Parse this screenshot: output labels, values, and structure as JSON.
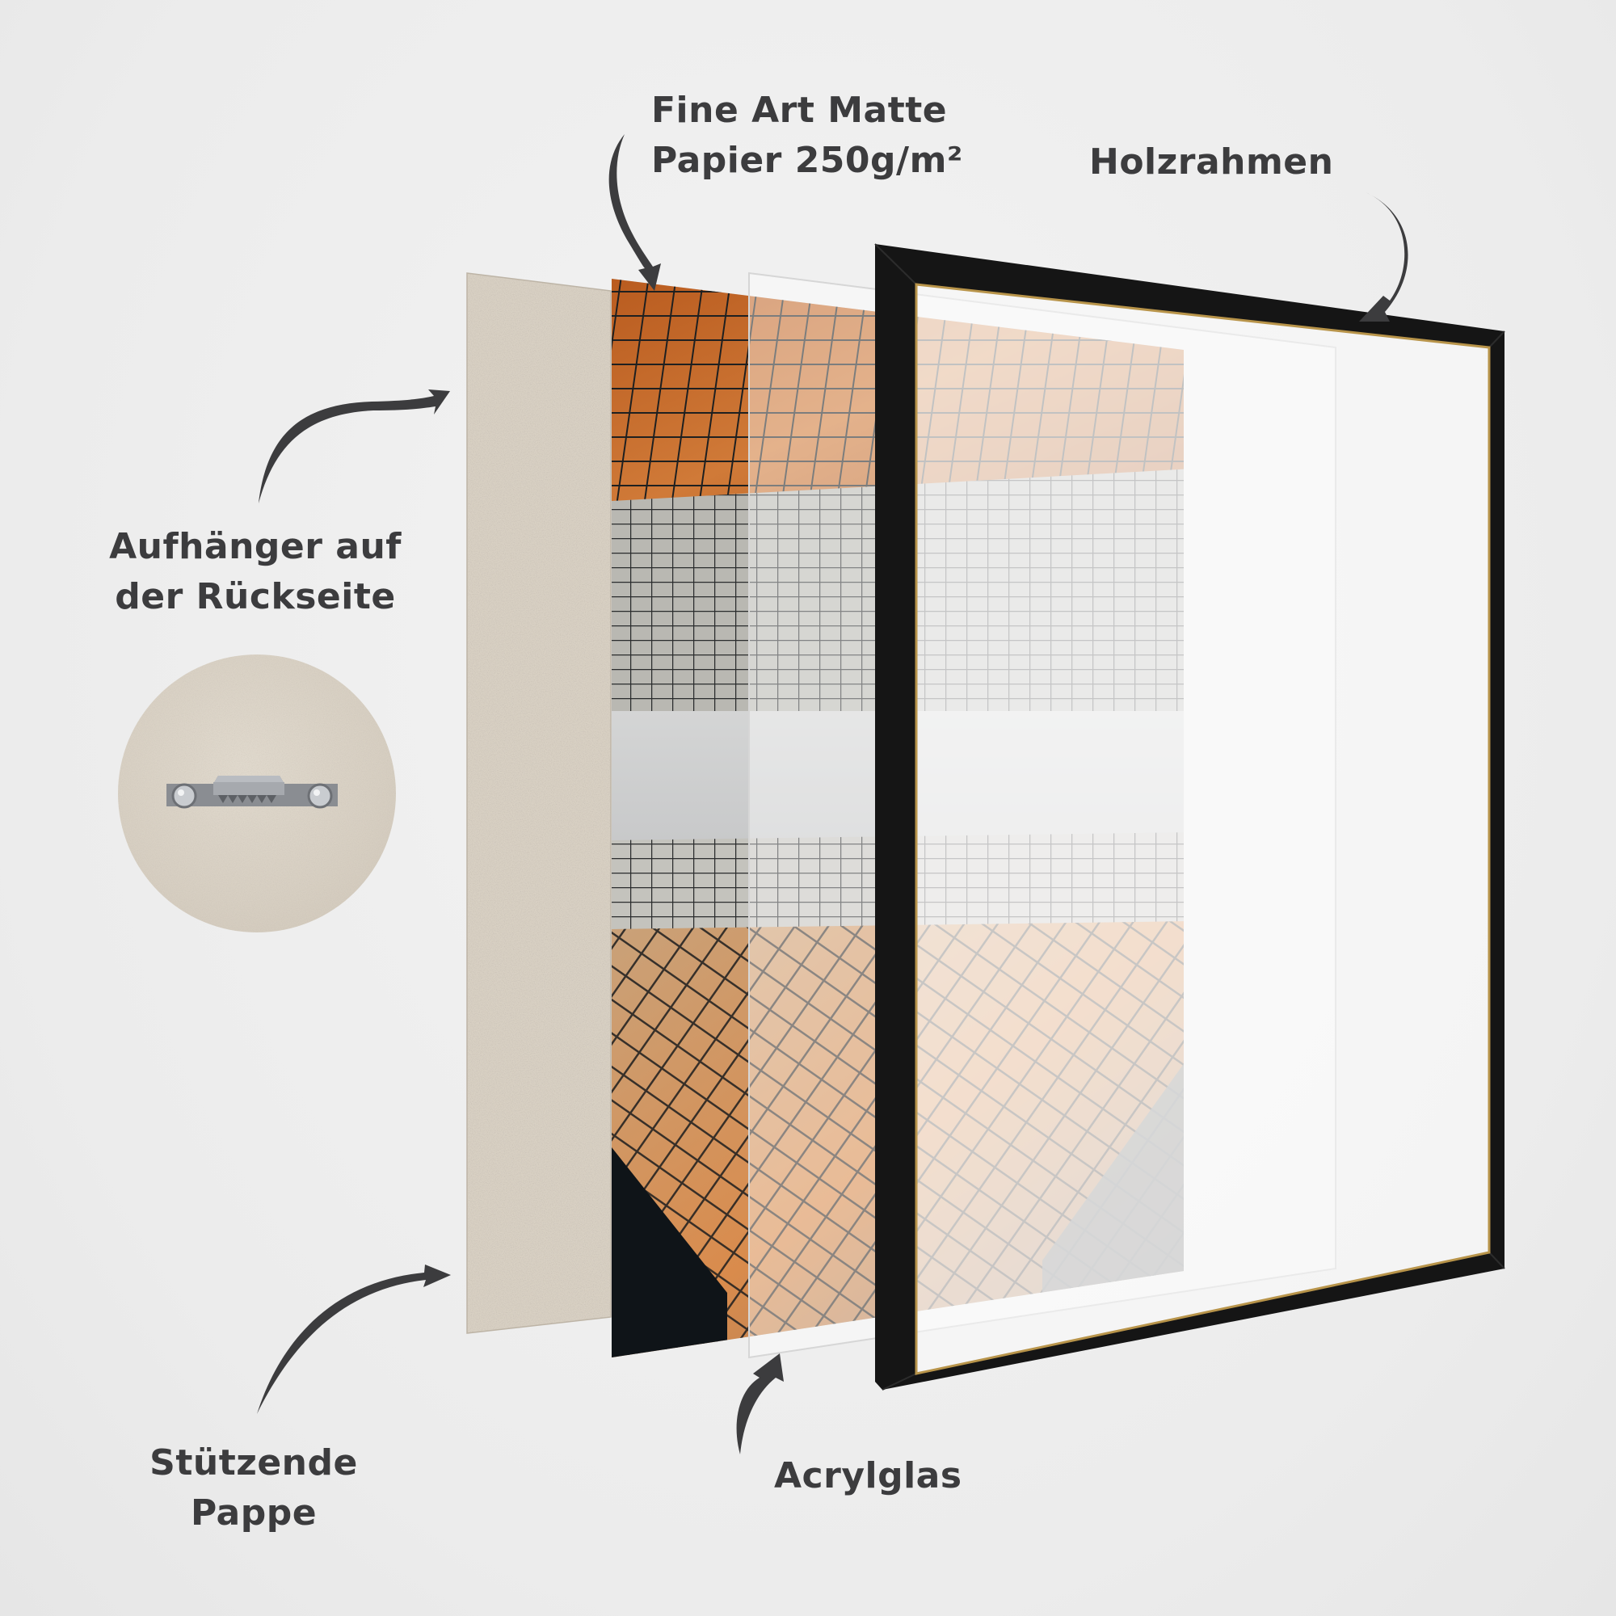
{
  "labels": {
    "paper": {
      "line1": "Fine Art Matte",
      "line2": "Papier 250g/m²"
    },
    "frame": {
      "text": "Holzrahmen"
    },
    "hanger": {
      "line1": "Aufhänger auf",
      "line2": "der Rückseite"
    },
    "backing": {
      "line1": "Stützende",
      "line2": "Pappe"
    },
    "glass": {
      "text": "Acrylglas"
    }
  },
  "colors": {
    "background": "#ececec",
    "label_text": "#3c3c3e",
    "arrow": "#3c3c3e",
    "cardboard": "#d9d1c4",
    "frame_black": "#151515",
    "frame_gold_edge": "#b8944a",
    "photo_orange": "#c2692a",
    "photo_sky": "#cfd0d0",
    "mat_white": "#f8f8f8"
  },
  "layers": [
    {
      "id": "backing",
      "name": "Stützende Pappe"
    },
    {
      "id": "paper",
      "name": "Fine Art Matte Papier 250g/m²"
    },
    {
      "id": "glass",
      "name": "Acrylglas"
    },
    {
      "id": "frame",
      "name": "Holzrahmen"
    }
  ],
  "hanger_detail": {
    "icon": "sawtooth-hanger-icon"
  }
}
